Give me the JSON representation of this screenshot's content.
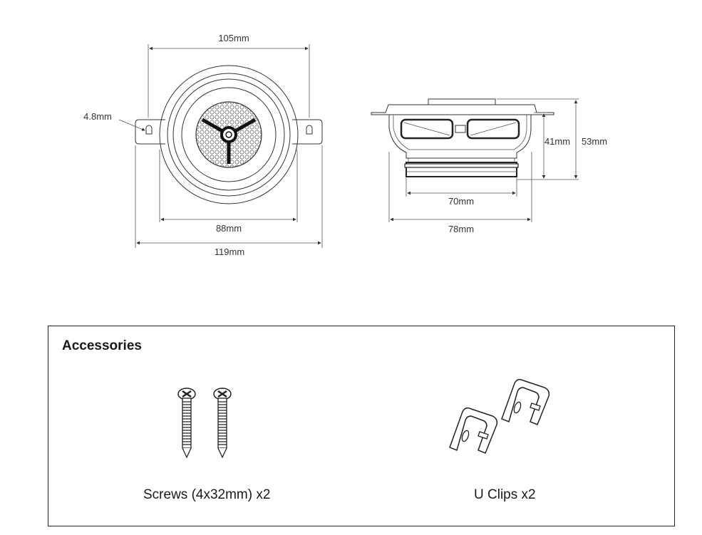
{
  "dimensions": {
    "front": {
      "width_flange": "105mm",
      "mount_hole": "4.8mm",
      "cutout": "88mm",
      "overall": "119mm"
    },
    "side": {
      "depth_motor": "41mm",
      "depth_total": "53mm",
      "magnet": "70mm",
      "basket": "78mm"
    }
  },
  "accessories": {
    "title": "Accessories",
    "items": [
      {
        "label": "Screws (4x32mm) x2",
        "icon": "screw-icon"
      },
      {
        "label": "U Clips x2",
        "icon": "u-clip-icon"
      }
    ]
  }
}
